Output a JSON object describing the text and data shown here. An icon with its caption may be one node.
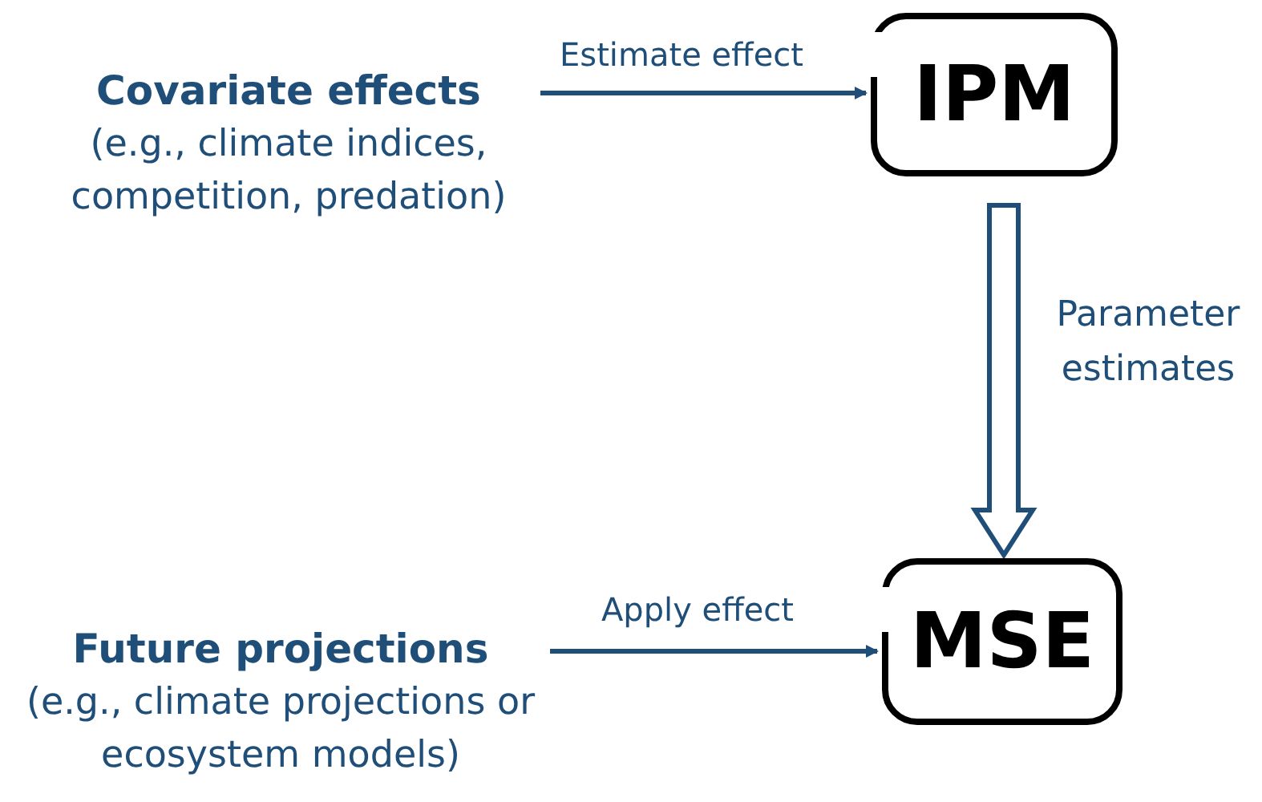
{
  "diagram": {
    "nodes": [
      {
        "text": [
          "Covariate effects",
          "(e.g., climate indices, competition, predation)"
        ]
      },
      {
        "text": [
          "IPM"
        ]
      },
      {
        "text": [
          "Future projections",
          "(e.g., climate projections or ecosystem models)"
        ]
      },
      {
        "text": [
          "MSE"
        ]
      }
    ],
    "edges": [
      {
        "from": 0,
        "to": 1,
        "arrow": "to",
        "label": "Estimate effect"
      },
      {
        "from": 1,
        "to": 3,
        "arrow": "to",
        "label": "Parameter estimates",
        "style": "thick"
      },
      {
        "from": 2,
        "to": 3,
        "arrow": "to",
        "label": "Apply effect"
      }
    ]
  }
}
